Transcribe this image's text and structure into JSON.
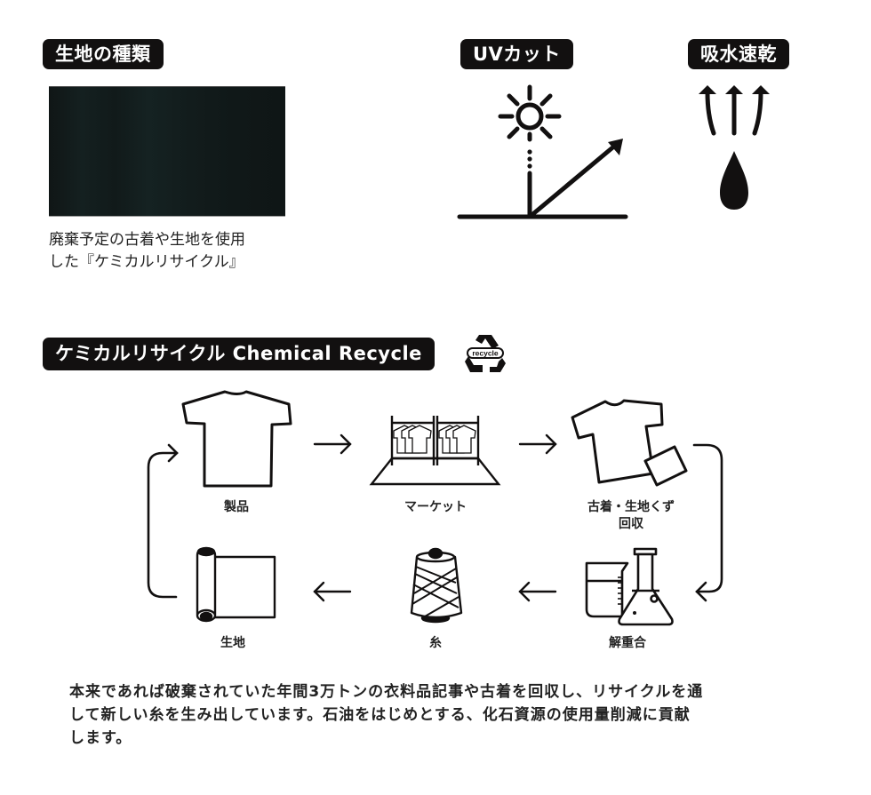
{
  "fabric_section": {
    "title": "生地の種類",
    "swatch_color": "#121c1c",
    "caption_line1": "廃棄予定の古着や生地を使用",
    "caption_line2": "した『ケミカルリサイクル』"
  },
  "features": [
    {
      "title": "UVカット",
      "icon": "uv-cut-sun-reflect-icon"
    },
    {
      "title": "吸水速乾",
      "icon": "moisture-wicking-drop-icon"
    }
  ],
  "recycle_section": {
    "title": "ケミカルリサイクル Chemical Recycle",
    "badge_text": "recycle",
    "badge_icon": "recycle-icon",
    "steps": [
      {
        "label": "製品",
        "icon": "tshirt-icon"
      },
      {
        "label": "マーケット",
        "icon": "clothing-rack-icon"
      },
      {
        "label_line1": "古着・生地くず",
        "label_line2": "回収",
        "icon": "used-clothes-icon"
      },
      {
        "label": "解重合",
        "icon": "lab-flask-icon"
      },
      {
        "label": "糸",
        "icon": "thread-cone-icon"
      },
      {
        "label": "生地",
        "icon": "fabric-roll-icon"
      }
    ]
  },
  "description": {
    "line1": "本来であれば破棄されていた年間3万トンの衣料品記事や古着を回収し、リサイクルを通",
    "line2": "して新しい糸を生み出しています。石油をはじめとする、化石資源の使用量削減に貢献",
    "line3": "します。"
  },
  "colors": {
    "ink": "#121010",
    "text": "#222222",
    "background": "#ffffff"
  }
}
